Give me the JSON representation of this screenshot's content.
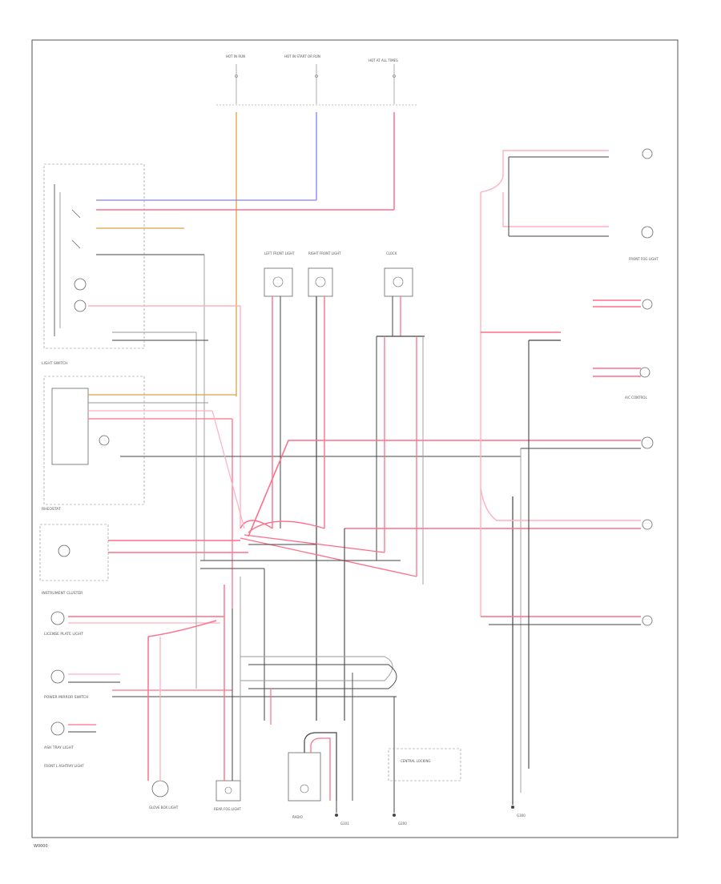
{
  "diagram": {
    "colors": {
      "frame": "#555555",
      "wire_red": "#ff6f8a",
      "wire_pink": "#ffb0c0",
      "wire_black": "#444444",
      "wire_gray": "#999999",
      "wire_blue": "#8080ff",
      "wire_orange": "#e0a040",
      "component": "#666666"
    },
    "fuse_labels": [
      "HOT IN RUN",
      "HOT IN START OR RUN",
      "HOT AT ALL TIMES"
    ],
    "components": {
      "light_switch": "LIGHT SWITCH",
      "rheostat": "RHEOSTAT",
      "instrument_cluster": "INSTRUMENT CLUSTER",
      "license_plate": "LICENSE PLATE LIGHT",
      "power_mirror": "POWER MIRROR SWITCH",
      "ash_tray": "ASH TRAY LIGHT",
      "front_l_ashtray_light": "FRONT L ASHTRAY LIGHT",
      "glove_box": "GLOVE BOX LIGHT",
      "rear_fog": "REAR FOG LIGHT",
      "front_fog": "FRONT FOG LIGHT",
      "right_front_light": "RIGHT FRONT LIGHT",
      "left_front_light": "LEFT FRONT LIGHT",
      "clock": "CLOCK",
      "radio": "RADIO",
      "ac_control": "A/C CONTROL",
      "central_locking": "CENTRAL LOCKING",
      "ground_a": "G101",
      "ground_b": "G200",
      "ground_c": "G300"
    },
    "corner_code": "W0000"
  }
}
